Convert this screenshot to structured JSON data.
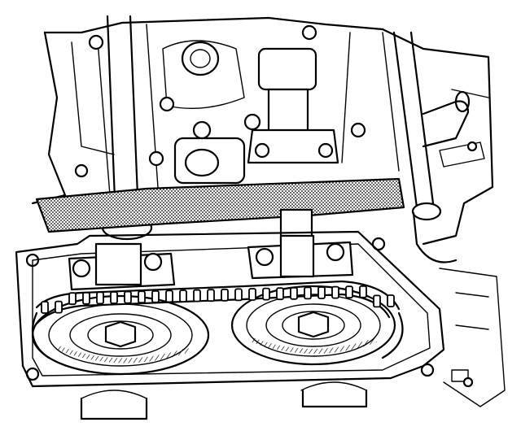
{
  "figure": {
    "kind": "line-art technical illustration",
    "palette": {
      "ink": "#000000",
      "paper": "#ffffff",
      "tool_stipple": "#777777"
    },
    "components": [
      "camshaft-holding-tool",
      "intake-camshaft-sprocket",
      "exhaust-camshaft-sprocket",
      "timing-chain",
      "camshaft-caps",
      "cylinder-head",
      "front-cover-flange"
    ]
  }
}
